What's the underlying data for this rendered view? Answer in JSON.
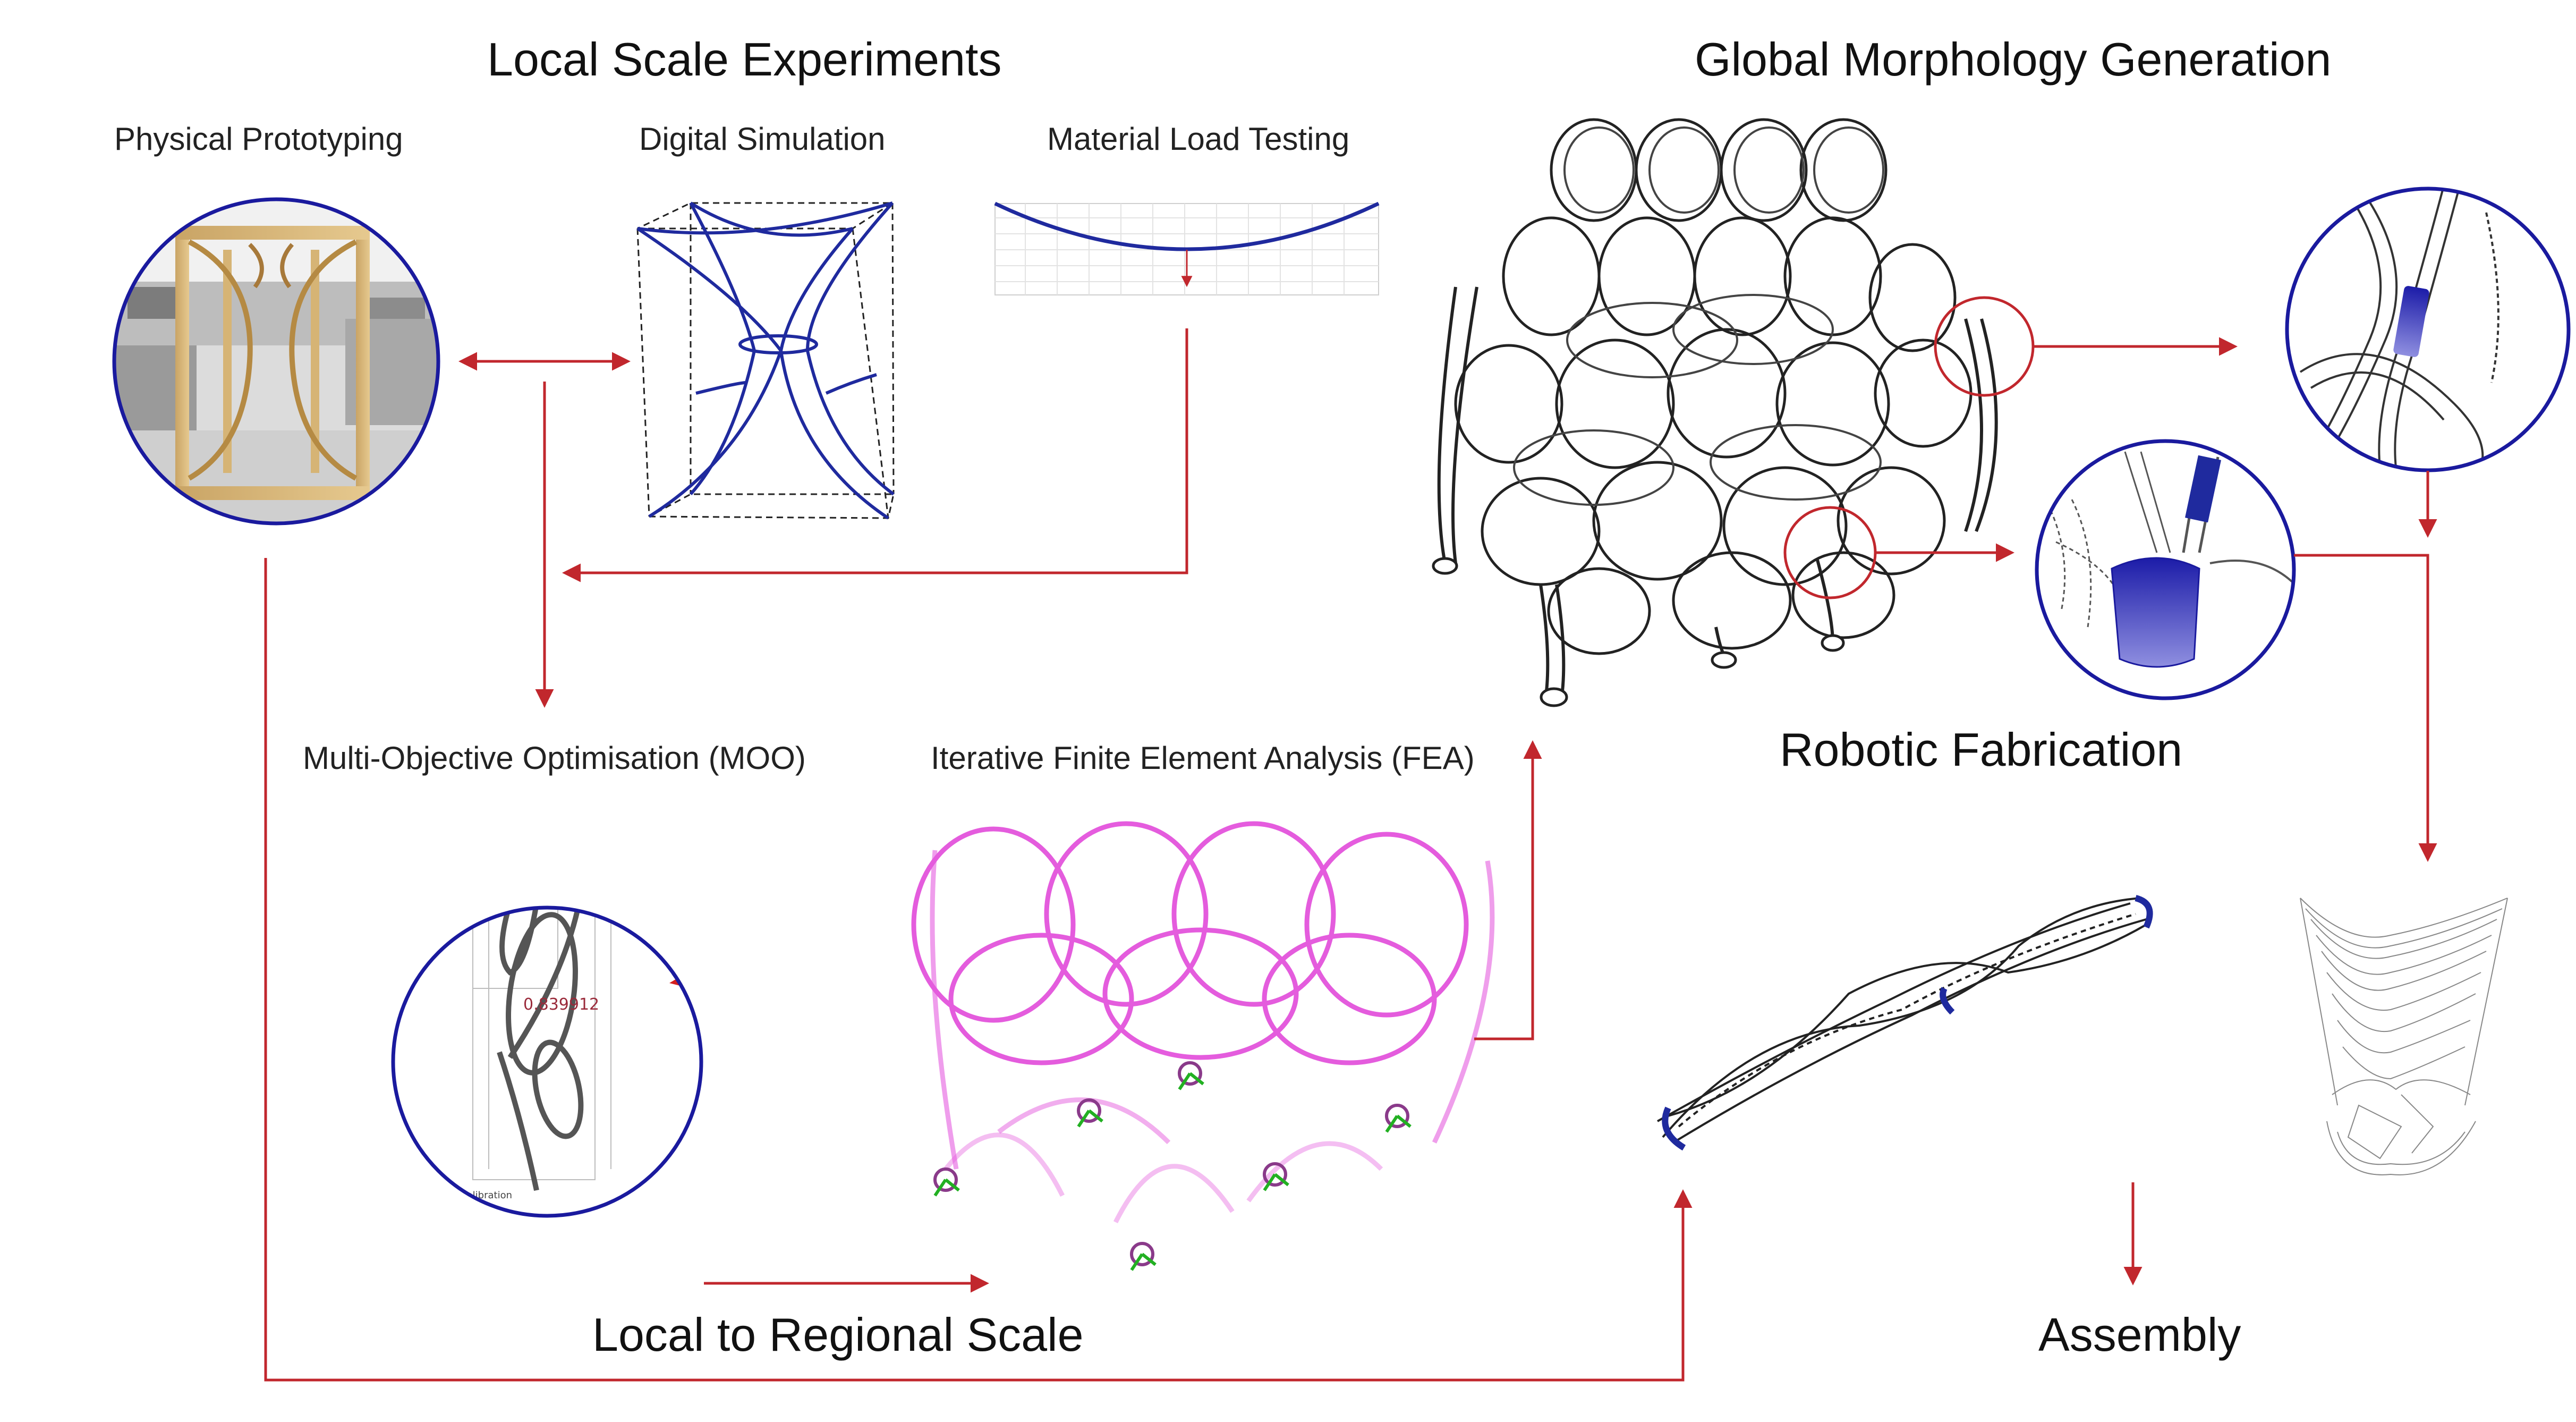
{
  "headings": {
    "local_scale": "Local Scale Experiments",
    "global_morphology": "Global Morphology Generation",
    "robotic_fabrication": "Robotic Fabrication",
    "local_to_regional": "Local to Regional Scale",
    "assembly": "Assembly"
  },
  "subheadings": {
    "physical_prototyping": "Physical Prototyping",
    "digital_simulation": "Digital Simulation",
    "material_load_testing": "Material Load Testing",
    "moo": "Multi-Objective Optimisation (MOO)",
    "fea": "Iterative Finite Element Analysis (FEA)"
  },
  "moo_inset": {
    "value_text": "0.839912",
    "calibration_label": "Width Z Calibration"
  },
  "colors": {
    "arrow": "#c1272d",
    "circle_blue": "#1a1a9e",
    "curve_blue": "#1f2a9e",
    "fea_magenta": "#e040d8",
    "moo_red": "#d41f1f",
    "support_green": "#22b022"
  }
}
